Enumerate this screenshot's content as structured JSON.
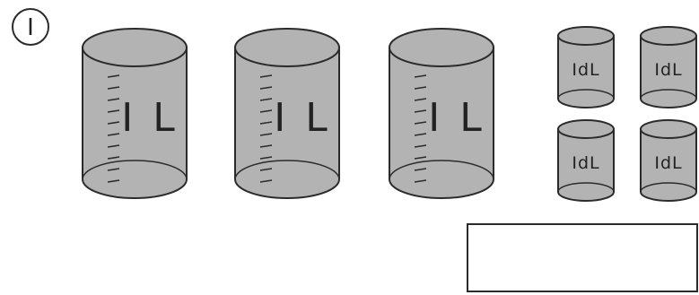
{
  "problem": {
    "number": "Ⅰ"
  },
  "big_containers": [
    {
      "label": "I L"
    },
    {
      "label": "I L"
    },
    {
      "label": "I L"
    }
  ],
  "small_containers": [
    {
      "label": "IdL"
    },
    {
      "label": "IdL"
    },
    {
      "label": "IdL"
    },
    {
      "label": "IdL"
    }
  ],
  "answer_box": {
    "value": ""
  },
  "colors": {
    "fill": "#b3b3b3",
    "stroke": "#2b2b2b"
  }
}
